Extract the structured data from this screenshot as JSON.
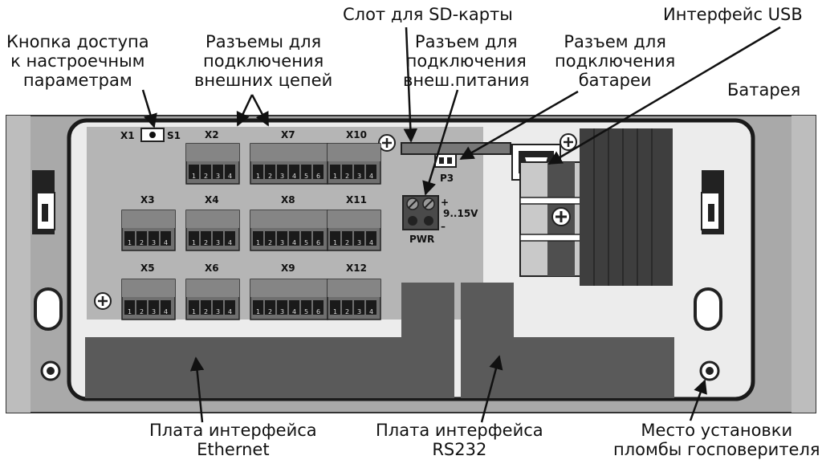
{
  "callouts": {
    "button": {
      "lines": [
        "Кнопка доступа",
        "к настроечным",
        "параметрам"
      ]
    },
    "ext_connectors": {
      "lines": [
        "Разъемы для",
        "подключения",
        "внешних цепей"
      ]
    },
    "sd_slot": {
      "lines": [
        "Слот для SD-карты"
      ]
    },
    "ext_power": {
      "lines": [
        "Разъем для",
        "подключения",
        "внеш.питания"
      ]
    },
    "battery_conn": {
      "lines": [
        "Разъем для",
        "подключения",
        "батареи"
      ]
    },
    "usb": {
      "lines": [
        "Интерфейс USB"
      ]
    },
    "battery": {
      "lines": [
        "Батарея"
      ]
    },
    "ethernet": {
      "lines": [
        "Плата интерфейса",
        "Ethernet"
      ]
    },
    "rs232": {
      "lines": [
        "Плата интерфейса",
        "RS232"
      ]
    },
    "seal": {
      "lines": [
        "Место установки",
        "пломбы госповерителя"
      ]
    }
  },
  "board": {
    "x1": "X1",
    "s1": "S1",
    "p3": "P3",
    "pwr": "PWR",
    "voltage": "9..15V",
    "plus": "+",
    "minus": "–",
    "connector_rows": [
      [
        {
          "label": "X2",
          "pins": [
            "1",
            "2",
            "3",
            "4"
          ]
        },
        {
          "label": "X7",
          "pins": [
            "1",
            "2",
            "3",
            "4",
            "5",
            "6"
          ]
        },
        {
          "label": "X10",
          "pins": [
            "1",
            "2",
            "3",
            "4"
          ]
        }
      ],
      [
        {
          "label": "X3",
          "pins": [
            "1",
            "2",
            "3",
            "4"
          ]
        },
        {
          "label": "X4",
          "pins": [
            "1",
            "2",
            "3",
            "4"
          ]
        },
        {
          "label": "X8",
          "pins": [
            "1",
            "2",
            "3",
            "4",
            "5",
            "6"
          ]
        },
        {
          "label": "X11",
          "pins": [
            "1",
            "2",
            "3",
            "4"
          ]
        }
      ],
      [
        {
          "label": "X5",
          "pins": [
            "1",
            "2",
            "3",
            "4"
          ]
        },
        {
          "label": "X6",
          "pins": [
            "1",
            "2",
            "3",
            "4"
          ]
        },
        {
          "label": "X9",
          "pins": [
            "1",
            "2",
            "3",
            "4",
            "5",
            "6"
          ]
        },
        {
          "label": "X12",
          "pins": [
            "1",
            "2",
            "3",
            "4"
          ]
        }
      ]
    ]
  },
  "colors": {
    "frame": "#a9a9a9",
    "board": "#b5b5b5",
    "connector": "#6f6f6f",
    "interface_board": "#5a5a5a",
    "dark": "#1a1a1a"
  }
}
